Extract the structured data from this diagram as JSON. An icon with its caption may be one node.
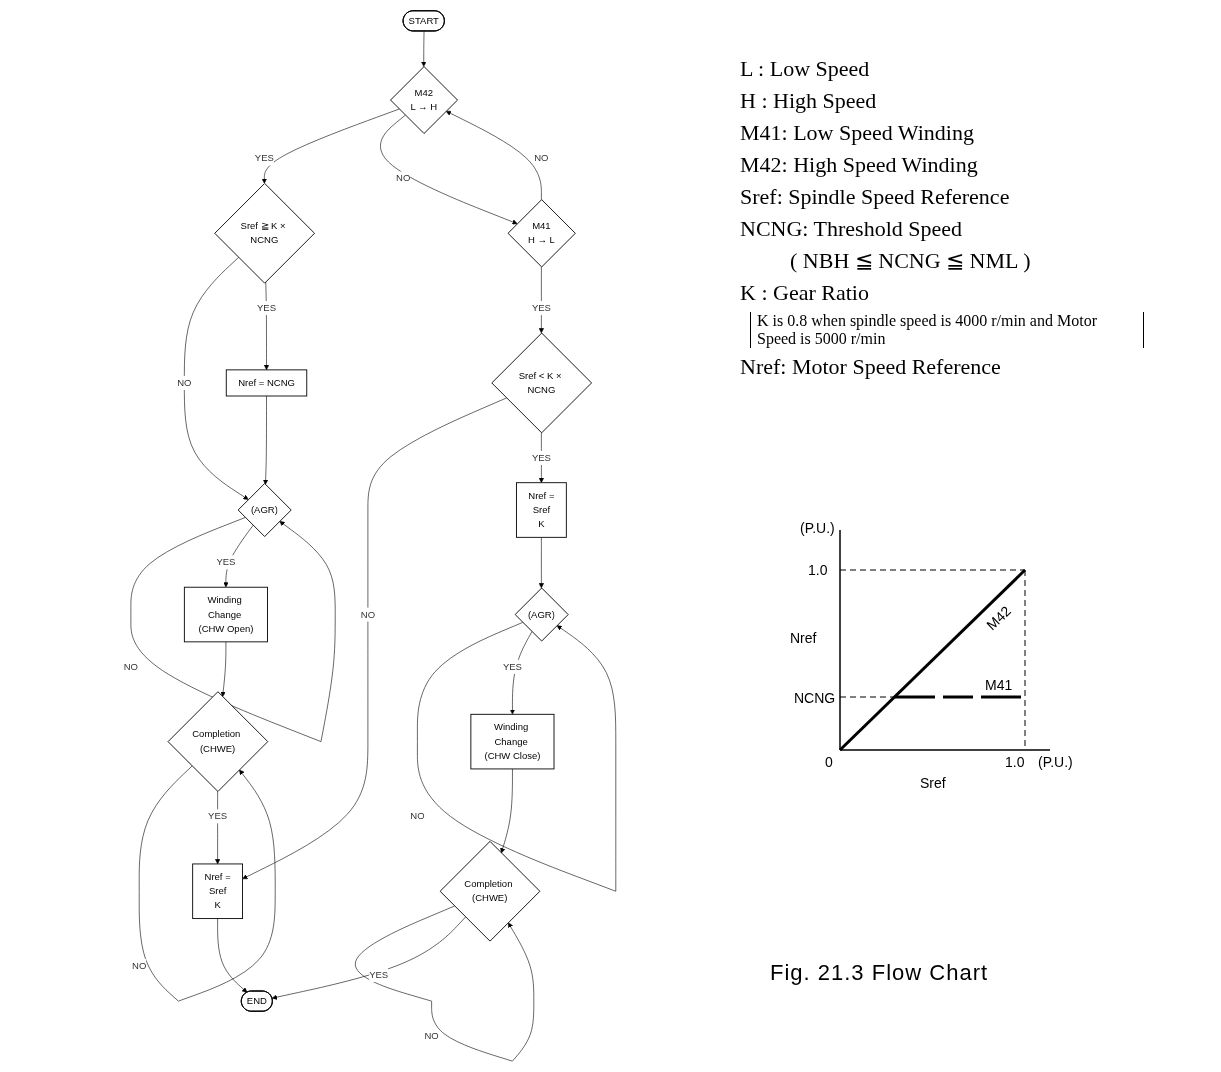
{
  "diagram": {
    "caption": "Fig. 21.3 Flow Chart",
    "nodes": [
      {
        "text": [
          "START"
        ]
      },
      {
        "text": [
          "M42",
          "L → H"
        ]
      },
      {
        "text": [
          "Sref ≧ K × NCNG"
        ]
      },
      {
        "text": [
          "Nref = NCNG"
        ]
      },
      {
        "text": [
          "(AGR)"
        ]
      },
      {
        "text": [
          "Winding Change (CHW Open)"
        ]
      },
      {
        "text": [
          "Completion (CHWE)"
        ]
      },
      {
        "text": [
          "Nref =",
          "Sref",
          "K"
        ]
      },
      {
        "text": [
          "END"
        ]
      },
      {
        "text": [
          "M41",
          "H → L"
        ]
      },
      {
        "text": [
          "Sref < K × NCNG"
        ]
      },
      {
        "text": [
          "Nref =",
          "Sref",
          "K"
        ]
      },
      {
        "text": [
          "(AGR)"
        ]
      },
      {
        "text": [
          "Winding Change (CHW Close)"
        ]
      },
      {
        "text": [
          "Completion (CHWE)"
        ]
      }
    ],
    "edges": [
      {
        "from": 0,
        "to": 1,
        "arrow": "to"
      },
      {
        "from": 1,
        "to": 2,
        "arrow": "to",
        "label": "YES"
      },
      {
        "from": 1,
        "to": 9,
        "arrow": "to",
        "label": "NO"
      },
      {
        "from": 2,
        "to": 4,
        "arrow": "to",
        "label": "NO"
      },
      {
        "from": 2,
        "to": 3,
        "arrow": "to",
        "label": "YES"
      },
      {
        "from": 3,
        "to": 4,
        "arrow": "to"
      },
      {
        "from": 4,
        "to": 4,
        "arrow": "to",
        "label": "NO"
      },
      {
        "from": 4,
        "to": 5,
        "arrow": "to",
        "label": "YES"
      },
      {
        "from": 5,
        "to": 6,
        "arrow": "to"
      },
      {
        "from": 6,
        "to": 6,
        "arrow": "to",
        "label": "NO"
      },
      {
        "from": 6,
        "to": 7,
        "arrow": "to",
        "label": "YES"
      },
      {
        "from": 7,
        "to": 8,
        "arrow": "to"
      },
      {
        "from": 9,
        "to": 1,
        "arrow": "to",
        "label": "NO"
      },
      {
        "from": 9,
        "to": 10,
        "arrow": "to",
        "label": "YES"
      },
      {
        "from": 10,
        "to": 7,
        "arrow": "to",
        "label": "NO"
      },
      {
        "from": 10,
        "to": 11,
        "arrow": "to",
        "label": "YES"
      },
      {
        "from": 11,
        "to": 12,
        "arrow": "to"
      },
      {
        "from": 12,
        "to": 12,
        "arrow": "to",
        "label": "NO"
      },
      {
        "from": 12,
        "to": 13,
        "arrow": "to",
        "label": "YES"
      },
      {
        "from": 13,
        "to": 14,
        "arrow": "to"
      },
      {
        "from": 14,
        "to": 14,
        "arrow": "to",
        "label": "NO"
      },
      {
        "from": 14,
        "to": 8,
        "arrow": "to",
        "label": "YES"
      }
    ],
    "labels": [
      "L : Low Speed",
      "H : High Speed",
      "M41: Low Speed Winding",
      "M42: High Speed Winding",
      "Sref: Spindle Speed Reference",
      "NCNG: Threshold Speed",
      "( NBH ≦ NCNG ≦ NML )",
      "K : Gear Ratio",
      "K is 0.8 when spindle speed is 4000 r/min and Motor Speed is 5000 r/min",
      "Nref: Motor Speed Reference",
      "(P.U.)",
      "1.0",
      "Nref",
      "NCNG",
      "M42",
      "M41",
      "0",
      "1.0",
      "(P.U.)",
      "Sref"
    ]
  }
}
